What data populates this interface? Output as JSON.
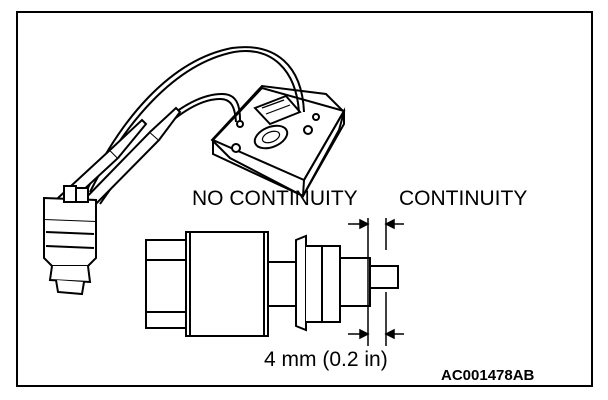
{
  "labels": {
    "no_continuity": "NO CONTINUITY",
    "continuity": "CONTINUITY",
    "measurement": "4 mm (0.2 in)",
    "figure_id": "AC001478AB"
  },
  "colors": {
    "line": "#000000",
    "background": "#ffffff"
  }
}
